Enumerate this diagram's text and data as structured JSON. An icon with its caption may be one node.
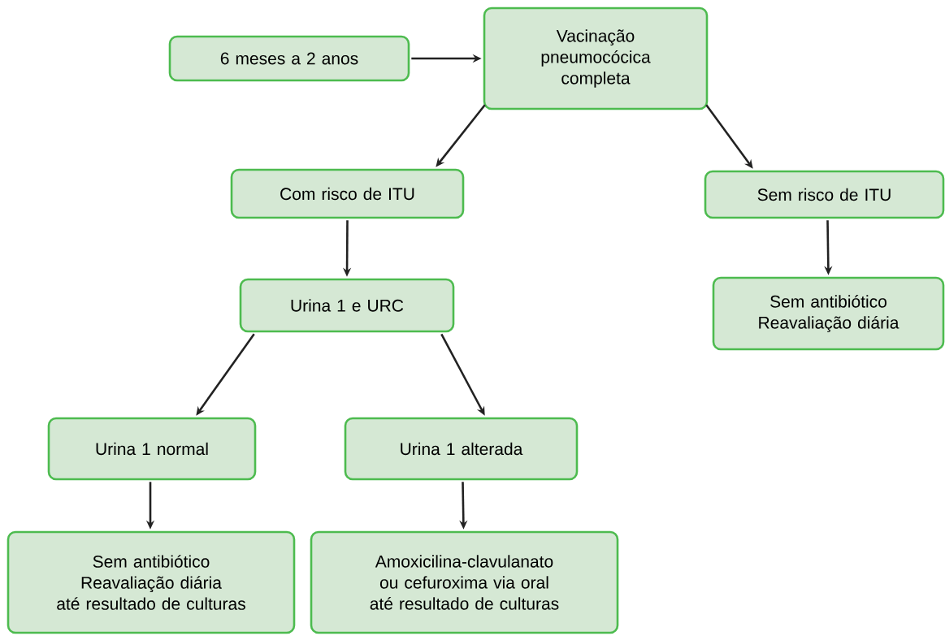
{
  "diagram": {
    "nodes": [
      {
        "text": [
          "6 meses a 2 anos"
        ]
      },
      {
        "text": [
          "Vacinação pneumocócica completa"
        ]
      },
      {
        "text": [
          "Com risco de ITU"
        ]
      },
      {
        "text": [
          "Sem risco de ITU"
        ]
      },
      {
        "text": [
          "Urina 1 e URC"
        ]
      },
      {
        "text": [
          "Sem antibiótico Reavaliação diária"
        ]
      },
      {
        "text": [
          "Urina 1 normal"
        ]
      },
      {
        "text": [
          "Urina 1 alterada"
        ]
      },
      {
        "text": [
          "Sem antibiótico Reavaliação diária até resultado de culturas"
        ]
      },
      {
        "text": [
          "Amoxicilina-clavulanato ou cefuroxima via oral até resultado de culturas"
        ]
      }
    ],
    "edges": [
      {
        "from": 0,
        "to": 1,
        "arrow": "to"
      },
      {
        "from": 1,
        "to": 2,
        "arrow": "to"
      },
      {
        "from": 1,
        "to": 3,
        "arrow": "to"
      },
      {
        "from": 2,
        "to": 4,
        "arrow": "to"
      },
      {
        "from": 3,
        "to": 5,
        "arrow": "to"
      },
      {
        "from": 4,
        "to": 6,
        "arrow": "to"
      },
      {
        "from": 4,
        "to": 7,
        "arrow": "to"
      },
      {
        "from": 6,
        "to": 8,
        "arrow": "to"
      },
      {
        "from": 7,
        "to": 9,
        "arrow": "to"
      }
    ]
  }
}
